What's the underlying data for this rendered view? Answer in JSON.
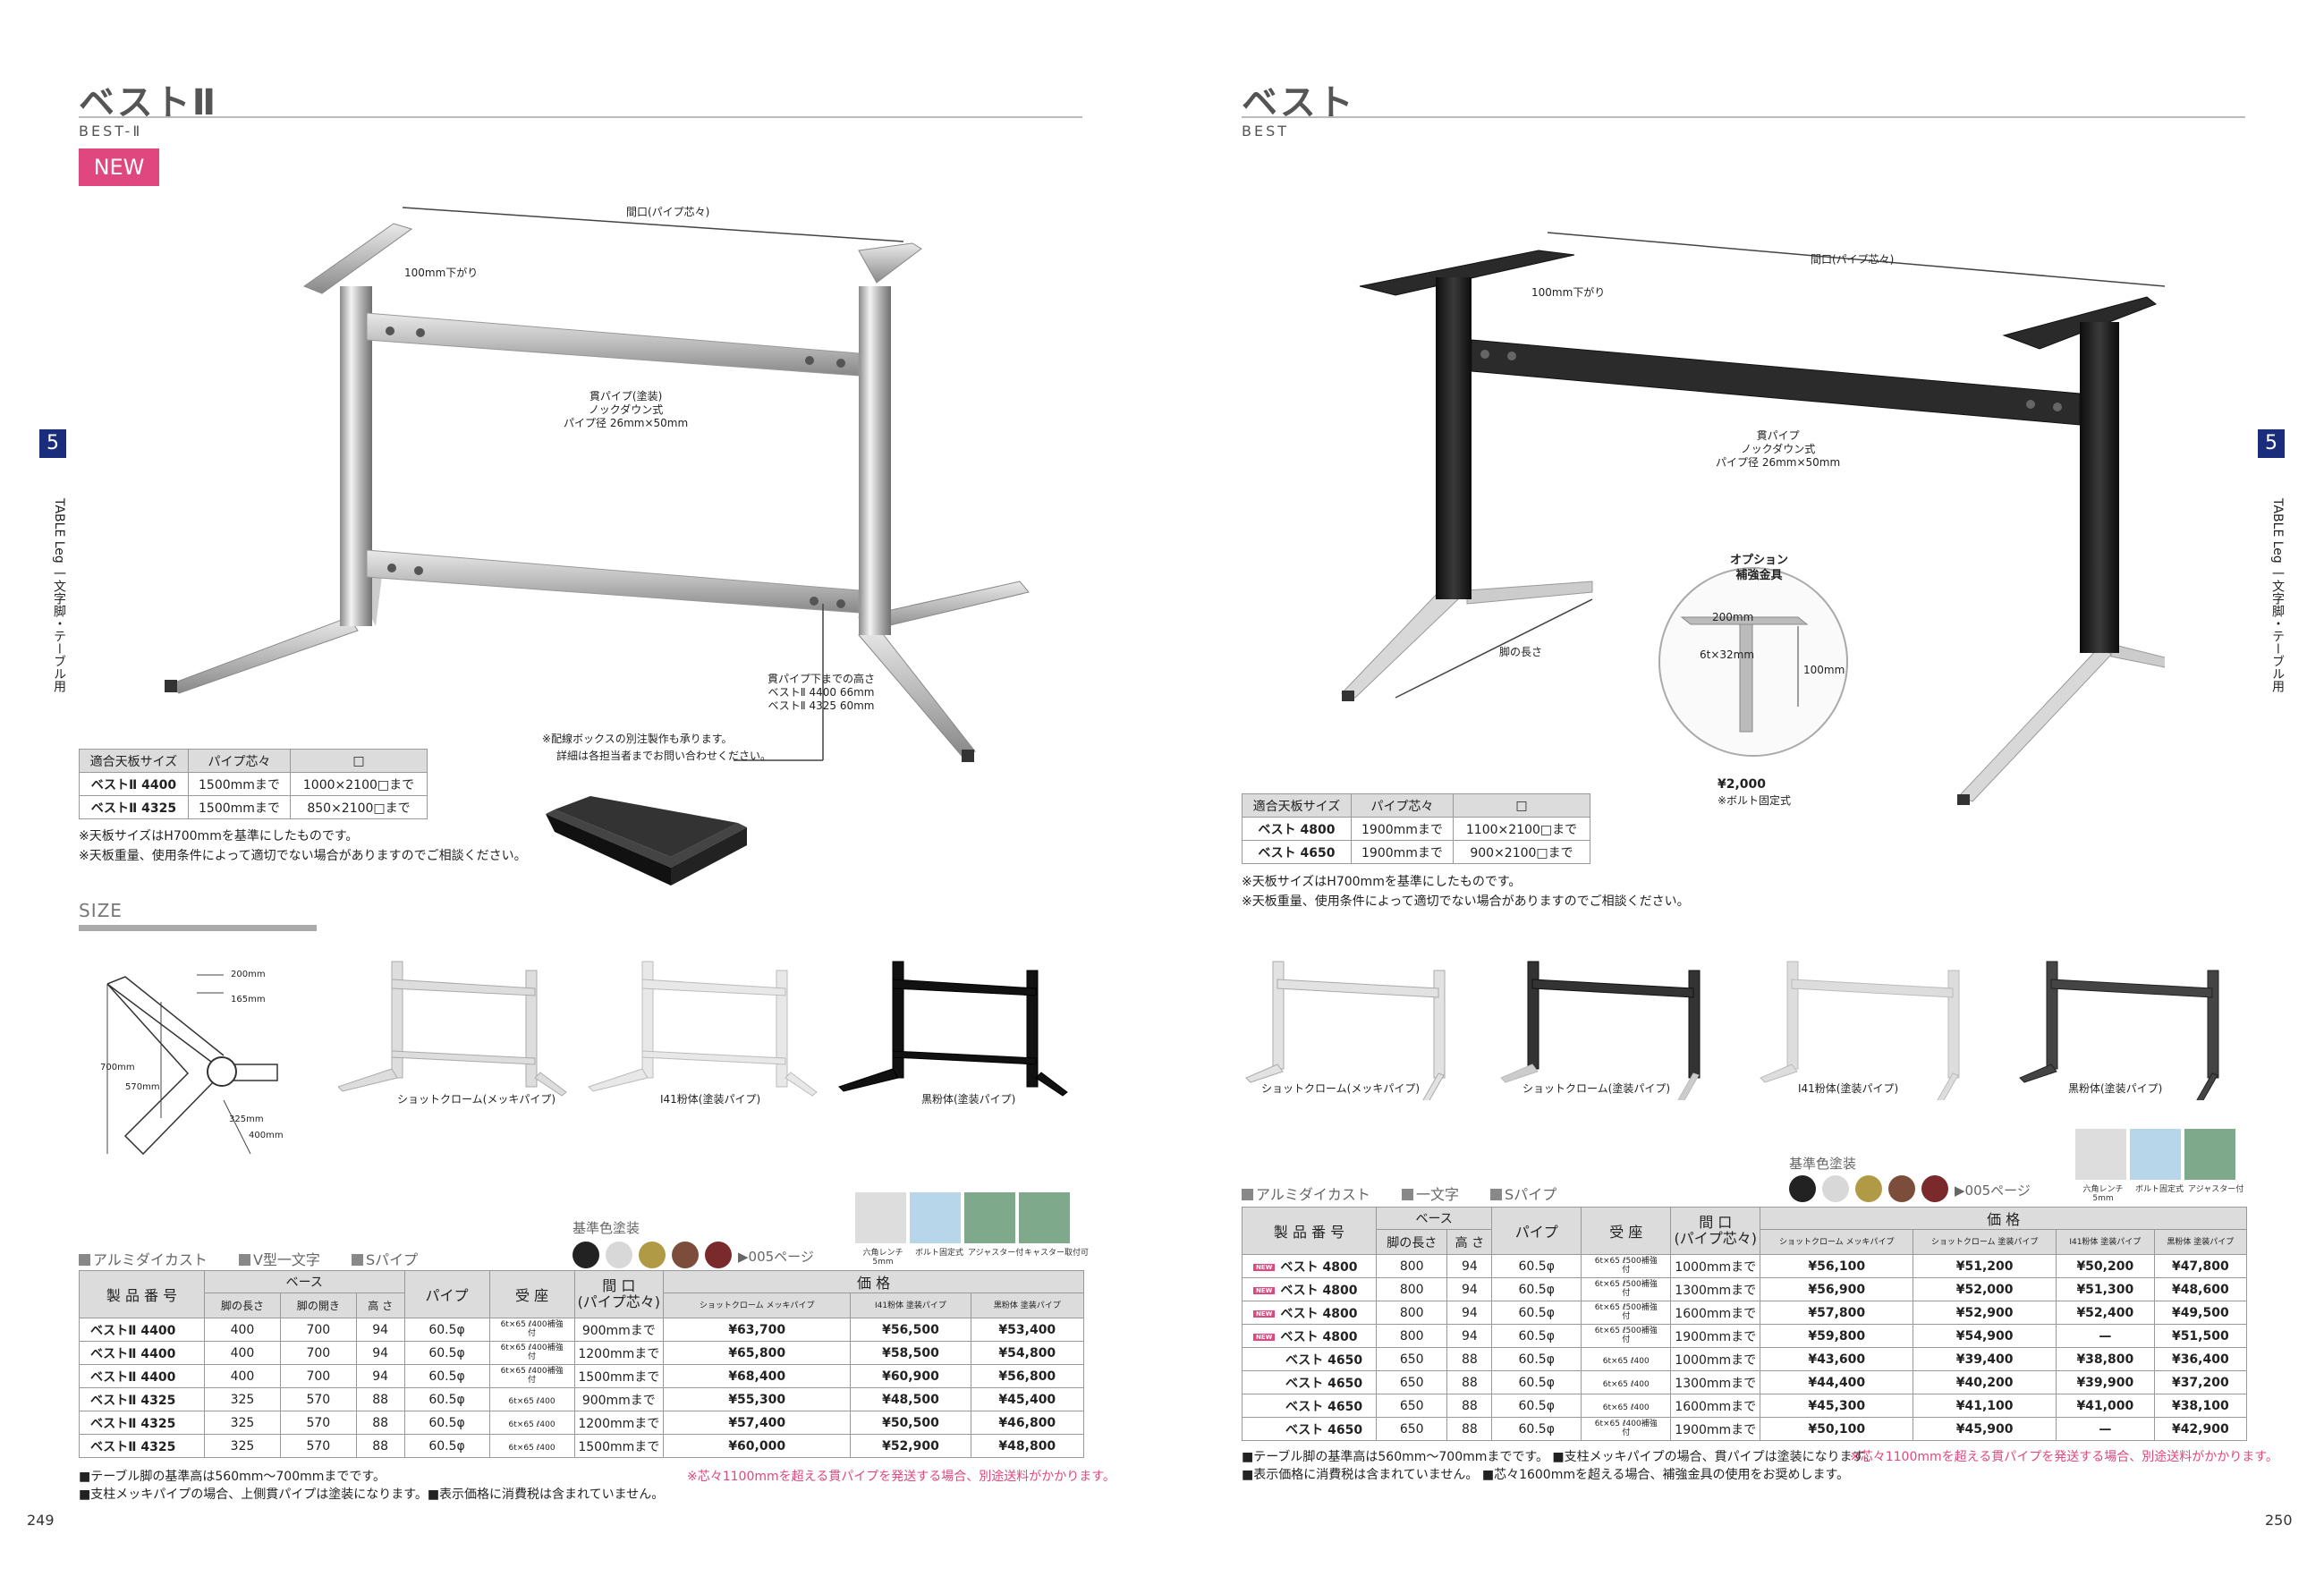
{
  "left": {
    "title": "ベストⅡ",
    "subtitle": "BEST-Ⅱ",
    "new_label": "NEW",
    "labels": {
      "span": "間口(パイプ芯々)",
      "drop": "100mm下がり",
      "pipe1": "貫パイプ(塗装)",
      "pipe2": "ノックダウン式",
      "pipe3": "パイプ径 26mm×50mm",
      "below1": "貫パイプ下までの高さ",
      "below2": "ベストⅡ 4400 66mm",
      "below3": "ベストⅡ 4325 60mm"
    },
    "box_note1": "※配線ボックスの別注製作も承ります。",
    "box_note2": "詳細は各担当者までお問い合わせください。",
    "size_table": {
      "headers": [
        "適合天板サイズ",
        "パイプ芯々",
        "□"
      ],
      "rows": [
        [
          "ベストⅡ 4400",
          "1500mmまで",
          "1000×2100□まで"
        ],
        [
          "ベストⅡ 4325",
          "1500mmまで",
          "850×2100□まで"
        ]
      ]
    },
    "notes": [
      "※天板サイズはH700mmを基準にしたものです。",
      "※天板重量、使用条件によって適切でない場合がありますのでご相談ください。"
    ],
    "size_heading": "SIZE",
    "dims": {
      "d200": "200mm",
      "d165": "165mm",
      "d700": "700mm",
      "d570": "570mm",
      "d325": "325mm",
      "d400": "400mm"
    },
    "variants": [
      "ショットクローム(メッキパイプ)",
      "I41粉体(塗装パイプ)",
      "黒粉体(塗装パイプ)"
    ],
    "categories": [
      "アルミダイカスト",
      "V型一文字",
      "Sパイプ"
    ],
    "colors_label": "基準色塗装",
    "colors_ref": "▶005ページ",
    "options": [
      "六角レンチ 5mm",
      "ボルト固定式",
      "アジャスター付",
      "キャスター取付可"
    ],
    "table": {
      "headers": {
        "model": "製 品 番 号",
        "base": "ベース",
        "leg_len": "脚の長さ",
        "leg_spread": "脚の開き",
        "height": "高 さ",
        "pipe": "パイプ",
        "seat": "受 座",
        "span_a": "間 口",
        "span_b": "(パイプ芯々)",
        "price": "価 格",
        "p1": "ショットクローム メッキパイプ",
        "p2": "I41粉体 塗装パイプ",
        "p3": "黒粉体 塗装パイプ"
      },
      "rows": [
        [
          "ベストⅡ 4400",
          "400",
          "700",
          "94",
          "60.5φ",
          "6t×65 ℓ400補強付",
          "900mmまで",
          "¥63,700",
          "¥56,500",
          "¥53,400"
        ],
        [
          "ベストⅡ 4400",
          "400",
          "700",
          "94",
          "60.5φ",
          "6t×65 ℓ400補強付",
          "1200mmまで",
          "¥65,800",
          "¥58,500",
          "¥54,800"
        ],
        [
          "ベストⅡ 4400",
          "400",
          "700",
          "94",
          "60.5φ",
          "6t×65 ℓ400補強付",
          "1500mmまで",
          "¥68,400",
          "¥60,900",
          "¥56,800"
        ],
        [
          "ベストⅡ 4325",
          "325",
          "570",
          "88",
          "60.5φ",
          "6t×65 ℓ400",
          "900mmまで",
          "¥55,300",
          "¥48,500",
          "¥45,400"
        ],
        [
          "ベストⅡ 4325",
          "325",
          "570",
          "88",
          "60.5φ",
          "6t×65 ℓ400",
          "1200mmまで",
          "¥57,400",
          "¥50,500",
          "¥46,800"
        ],
        [
          "ベストⅡ 4325",
          "325",
          "570",
          "88",
          "60.5φ",
          "6t×65 ℓ400",
          "1500mmまで",
          "¥60,000",
          "¥52,900",
          "¥48,800"
        ]
      ]
    },
    "foot1": "■テーブル脚の基準高は560mm〜700mmまでです。",
    "foot_pink": "※芯々1100mmを超える貫パイプを発送する場合、別途送料がかかります。",
    "foot2": "■支柱メッキパイプの場合、上側貫パイプは塗装になります。■表示価格に消費税は含まれていません。",
    "page": "249"
  },
  "right": {
    "title": "ベスト",
    "subtitle": "BEST",
    "labels": {
      "span": "間口(パイプ芯々)",
      "drop": "100mm下がり",
      "pipe1": "貫パイプ",
      "pipe2": "ノックダウン式",
      "pipe3": "パイプ径 26mm×50mm",
      "leg": "脚の長さ",
      "opt1": "オプション",
      "opt2": "補強金具",
      "o200": "200mm",
      "o6t": "6t×32mm",
      "o100": "100mm",
      "oprice": "¥2,000",
      "obolt": "※ボルト固定式"
    },
    "size_table": {
      "headers": [
        "適合天板サイズ",
        "パイプ芯々",
        "□"
      ],
      "rows": [
        [
          "ベスト 4800",
          "1900mmまで",
          "1100×2100□まで"
        ],
        [
          "ベスト 4650",
          "1900mmまで",
          "900×2100□まで"
        ]
      ]
    },
    "notes": [
      "※天板サイズはH700mmを基準にしたものです。",
      "※天板重量、使用条件によって適切でない場合がありますのでご相談ください。"
    ],
    "variants": [
      "ショットクローム(メッキパイプ)",
      "ショットクローム(塗装パイプ)",
      "I41粉体(塗装パイプ)",
      "黒粉体(塗装パイプ)"
    ],
    "categories": [
      "アルミダイカスト",
      "一文字",
      "Sパイプ"
    ],
    "colors_label": "基準色塗装",
    "colors_ref": "▶005ページ",
    "options": [
      "六角レンチ 5mm",
      "ボルト固定式",
      "アジャスター付"
    ],
    "table": {
      "headers": {
        "model": "製 品 番 号",
        "base": "ベース",
        "leg_len": "脚の長さ",
        "height": "高 さ",
        "pipe": "パイプ",
        "seat": "受 座",
        "span_a": "間 口",
        "span_b": "(パイプ芯々)",
        "price": "価 格",
        "p1": "ショットクローム メッキパイプ",
        "p2": "ショットクローム 塗装パイプ",
        "p3": "I41粉体 塗装パイプ",
        "p4": "黒粉体 塗装パイプ"
      },
      "new_badge": "NEW",
      "rows": [
        [
          "ベスト 4800",
          "800",
          "94",
          "60.5φ",
          "6t×65 ℓ500補強付",
          "1000mmまで",
          "¥56,100",
          "¥51,200",
          "¥50,200",
          "¥47,800"
        ],
        [
          "ベスト 4800",
          "800",
          "94",
          "60.5φ",
          "6t×65 ℓ500補強付",
          "1300mmまで",
          "¥56,900",
          "¥52,000",
          "¥51,300",
          "¥48,600"
        ],
        [
          "ベスト 4800",
          "800",
          "94",
          "60.5φ",
          "6t×65 ℓ500補強付",
          "1600mmまで",
          "¥57,800",
          "¥52,900",
          "¥52,400",
          "¥49,500"
        ],
        [
          "ベスト 4800",
          "800",
          "94",
          "60.5φ",
          "6t×65 ℓ500補強付",
          "1900mmまで",
          "¥59,800",
          "¥54,900",
          "—",
          "¥51,500"
        ],
        [
          "ベスト 4650",
          "650",
          "88",
          "60.5φ",
          "6t×65 ℓ400",
          "1000mmまで",
          "¥43,600",
          "¥39,400",
          "¥38,800",
          "¥36,400"
        ],
        [
          "ベスト 4650",
          "650",
          "88",
          "60.5φ",
          "6t×65 ℓ400",
          "1300mmまで",
          "¥44,400",
          "¥40,200",
          "¥39,900",
          "¥37,200"
        ],
        [
          "ベスト 4650",
          "650",
          "88",
          "60.5φ",
          "6t×65 ℓ400",
          "1600mmまで",
          "¥45,300",
          "¥41,100",
          "¥41,000",
          "¥38,100"
        ],
        [
          "ベスト 4650",
          "650",
          "88",
          "60.5φ",
          "6t×65 ℓ400補強付",
          "1900mmまで",
          "¥50,100",
          "¥45,900",
          "—",
          "¥42,900"
        ]
      ]
    },
    "foot1": "■テーブル脚の基準高は560mm〜700mmまでです。 ■支柱メッキパイプの場合、貫パイプは塗装になります。",
    "foot_pink": "※芯々1100mmを超える貫パイプを発送する場合、別途送料がかかります。",
    "foot2": "■表示価格に消費税は含まれていません。 ■芯々1600mmを超える場合、補強金具の使用をお奨めします。",
    "page": "250"
  },
  "side": {
    "num": "5",
    "text": "TABLE Leg 一文字脚・テーブル用"
  },
  "colors": {
    "black": "#222222",
    "silver": "#d8d8d8",
    "gold": "#b09a45",
    "brown": "#7b4d3a",
    "red": "#7a2a2a",
    "accent": "#e0477e",
    "navy": "#1a2c7c"
  }
}
